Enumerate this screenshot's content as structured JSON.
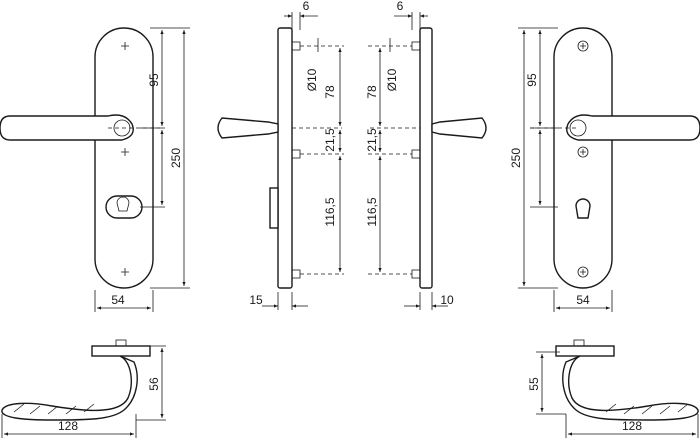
{
  "dimensions": {
    "front_left": {
      "height_total": "250",
      "to_lever": "95",
      "width": "54"
    },
    "side_left": {
      "pin_offset": "6",
      "pin_dia": "Ø10",
      "upper": "78",
      "mid": "21,5",
      "lower": "116,5",
      "thickness": "15"
    },
    "side_right": {
      "pin_offset": "6",
      "pin_dia": "Ø10",
      "upper": "78",
      "mid": "21,5",
      "lower": "116,5",
      "thickness": "10"
    },
    "front_right": {
      "height_total": "250",
      "to_lever": "95",
      "width": "54"
    },
    "top_left": {
      "projection": "56",
      "length": "128"
    },
    "top_right": {
      "projection": "55",
      "length": "128"
    }
  }
}
